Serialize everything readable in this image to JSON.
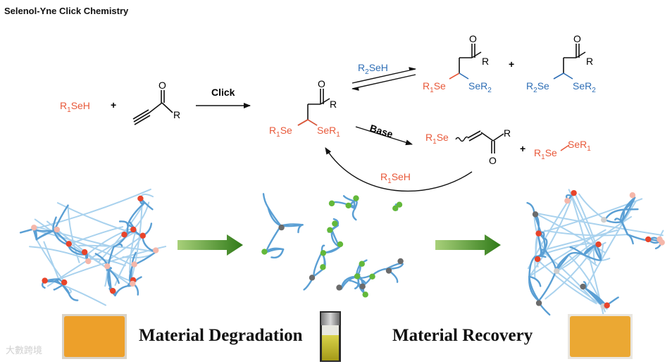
{
  "title": "Selenol-Yne Click Chemistry",
  "colors": {
    "orange": "#e8593a",
    "blue": "#2f6fb6",
    "black": "#111111",
    "network_blue": "#5a9fd4",
    "network_light": "#a9d2ee",
    "node_red": "#e8442a",
    "node_pink": "#f5b7aa",
    "node_green": "#63b83a",
    "node_grey": "#6b6b6b",
    "node_lightgrey": "#cfcfcf",
    "arrow_green": "#3f8a22",
    "sample_yellow": "#f0a92a"
  },
  "reaction": {
    "reactant1_R": "R",
    "reactant1_sub": "1",
    "reactant1_tail": "SeH",
    "plus": "+",
    "carbonyl_O": "O",
    "carbonyl_R": "R",
    "click_label": "Click",
    "adduct_left": "R",
    "adduct_left_sub": "1",
    "adduct_left_tail": "Se",
    "adduct_right_head": "SeR",
    "adduct_right_sub": "1",
    "exchange_label_head": "R",
    "exchange_label_sub": "2",
    "exchange_label_tail": "SeH",
    "prod1_left": "R",
    "prod1_left_sub": "1",
    "prod1_left_tail": "Se",
    "prod1_right_head": "SeR",
    "prod1_right_sub": "2",
    "prod2_left": "R",
    "prod2_left_sub": "2",
    "prod2_left_tail": "Se",
    "prod2_right_head": "SeR",
    "prod2_right_sub": "2",
    "base_label": "Base",
    "vinyl_left": "R",
    "vinyl_left_sub": "1",
    "vinyl_left_tail": "Se",
    "diselenide_left": "R",
    "diselenide_left_sub": "1",
    "diselenide_mid": "Se",
    "diselenide_right_head": "SeR",
    "diselenide_right_sub": "1",
    "return_label_head": "R",
    "return_label_sub": "1",
    "return_label_tail": "SeH"
  },
  "labels": {
    "degradation": "Material Degradation",
    "recovery": "Material Recovery"
  },
  "watermark": "大數跨境"
}
